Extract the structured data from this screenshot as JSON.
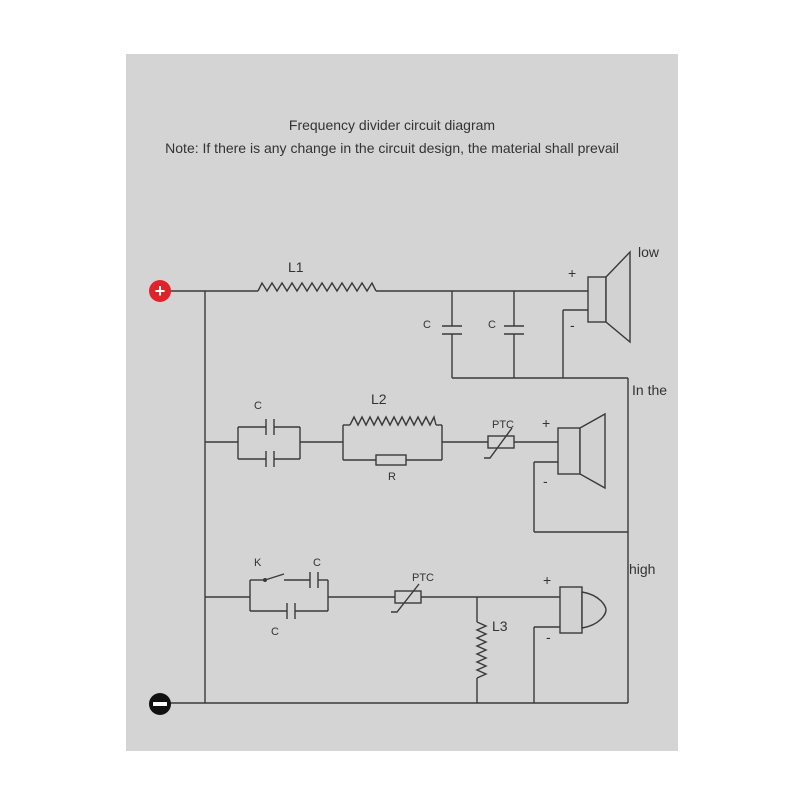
{
  "title": "Frequency divider circuit diagram",
  "note": "Note: If there is any change in the circuit design, the material shall prevail",
  "terminals": {
    "positive": "+",
    "negative": "−"
  },
  "labels": {
    "L1": "L1",
    "L2": "L2",
    "L3": "L3",
    "C_low_1": "C",
    "C_low_2": "C",
    "C_mid": "C",
    "R_mid": "R",
    "PTC_mid": "PTC",
    "K": "K",
    "C_high_top": "C",
    "C_high_bottom": "C",
    "PTC_high": "PTC",
    "plus": "+",
    "minus": "-"
  },
  "speaker_labels": {
    "low": "low",
    "mid": "In the",
    "high": "high"
  },
  "colors": {
    "panel": "#d4d4d4",
    "background": "#ffffff",
    "line": "#3a3a3a",
    "positive_terminal": "#e0232a",
    "negative_terminal": "#111111"
  }
}
